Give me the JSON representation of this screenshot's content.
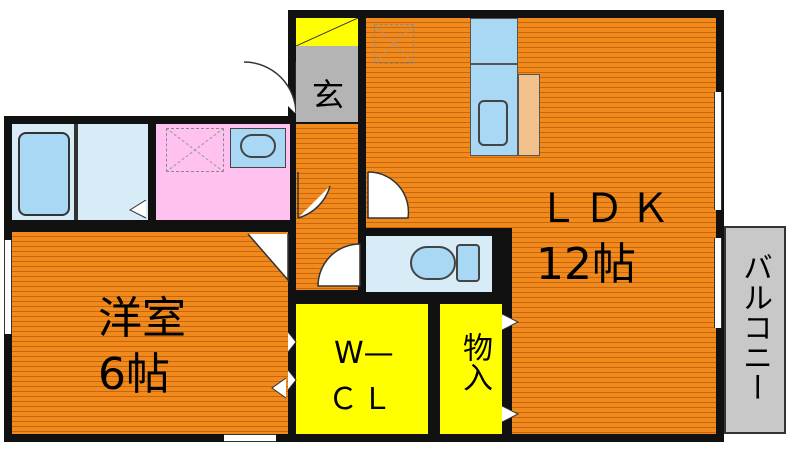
{
  "rooms": {
    "genkan": "玄",
    "ldk_name": "ＬＤＫ",
    "ldk_size": "12帖",
    "western_name": "洋室",
    "western_size": "6帖",
    "wcl_line1": "W—",
    "wcl_line2": "ＣＬ",
    "storage": "物入",
    "balcony": "バルコニー"
  },
  "colors": {
    "room_floor": "#f08a1c",
    "closet": "#ffff00",
    "bath_area": "#ffc2f0",
    "water_fixture": "#a8d8f4",
    "entry": "#b4b4b4",
    "balcony": "#c8c8c8",
    "wall": "#111111"
  },
  "icons": [
    "door-swing-icon",
    "bathtub-icon",
    "washbasin-icon",
    "toilet-icon",
    "kitchen-sink-icon",
    "washing-machine-pan-icon",
    "window-icon"
  ]
}
